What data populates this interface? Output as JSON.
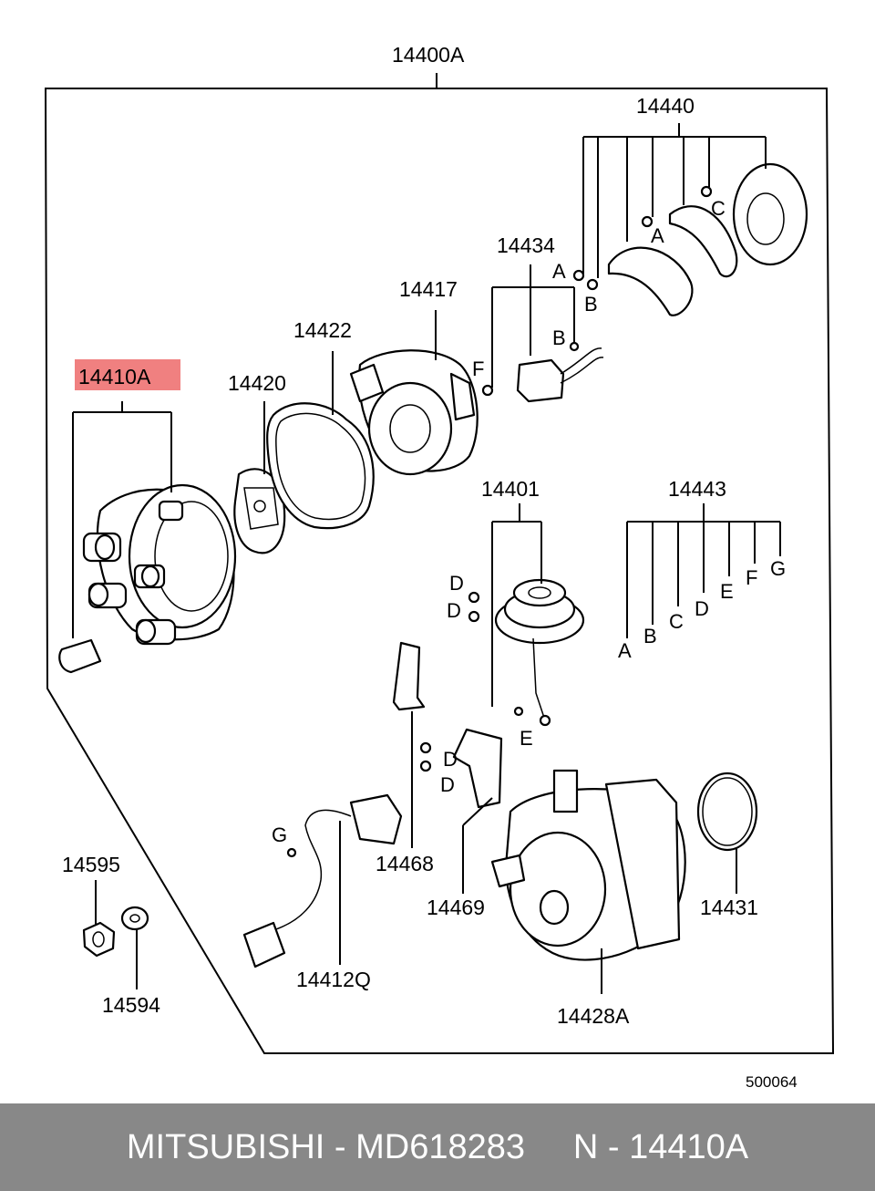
{
  "labels": {
    "assembly": "14400A",
    "cap_assembly": "14410A",
    "rotor": "14420",
    "gasket": "14422",
    "housing": "14417",
    "pickup": "14434",
    "plate_set": "14440",
    "vacuum": "14401",
    "screw_set": "14443",
    "clamp": "14468",
    "bracket": "14469",
    "harness": "14412Q",
    "body": "14428A",
    "oring": "14431",
    "nut": "14595",
    "washer": "14594",
    "diagram_no": "500064"
  },
  "letters": {
    "a": "A",
    "b": "B",
    "c": "C",
    "d": "D",
    "e": "E",
    "f": "F",
    "g": "G"
  },
  "highlight_color": "#f08080",
  "footer": {
    "brand": "MITSUBISHI",
    "sep1": " - ",
    "part_no": "MD618283",
    "gap": "     ",
    "ref": "N - 14410A"
  }
}
